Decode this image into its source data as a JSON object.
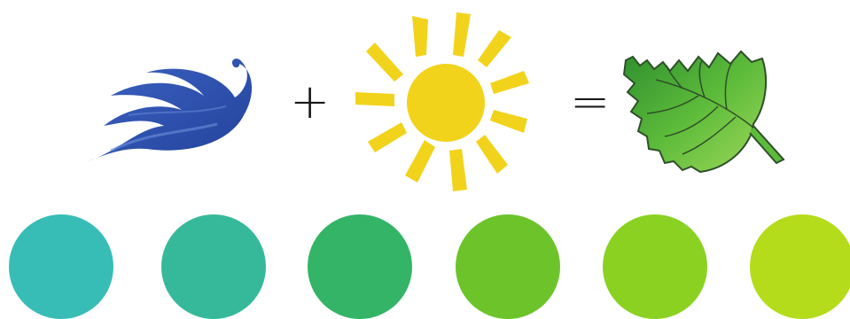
{
  "equation": {
    "operators": [
      "+",
      "="
    ],
    "items": [
      {
        "name": "water-wave",
        "color": "#2E4FA8",
        "icon": "wave-icon"
      },
      {
        "name": "sun",
        "color": "#F2D31B",
        "icon": "sun-icon"
      },
      {
        "name": "leaf",
        "color": "#5DBB3A",
        "icon": "leaf-icon"
      }
    ]
  },
  "swatches": [
    {
      "color": "#37BDB6"
    },
    {
      "color": "#36B99A"
    },
    {
      "color": "#33B467"
    },
    {
      "color": "#6CC42A"
    },
    {
      "color": "#8BD122"
    },
    {
      "color": "#B4DC1A"
    }
  ]
}
